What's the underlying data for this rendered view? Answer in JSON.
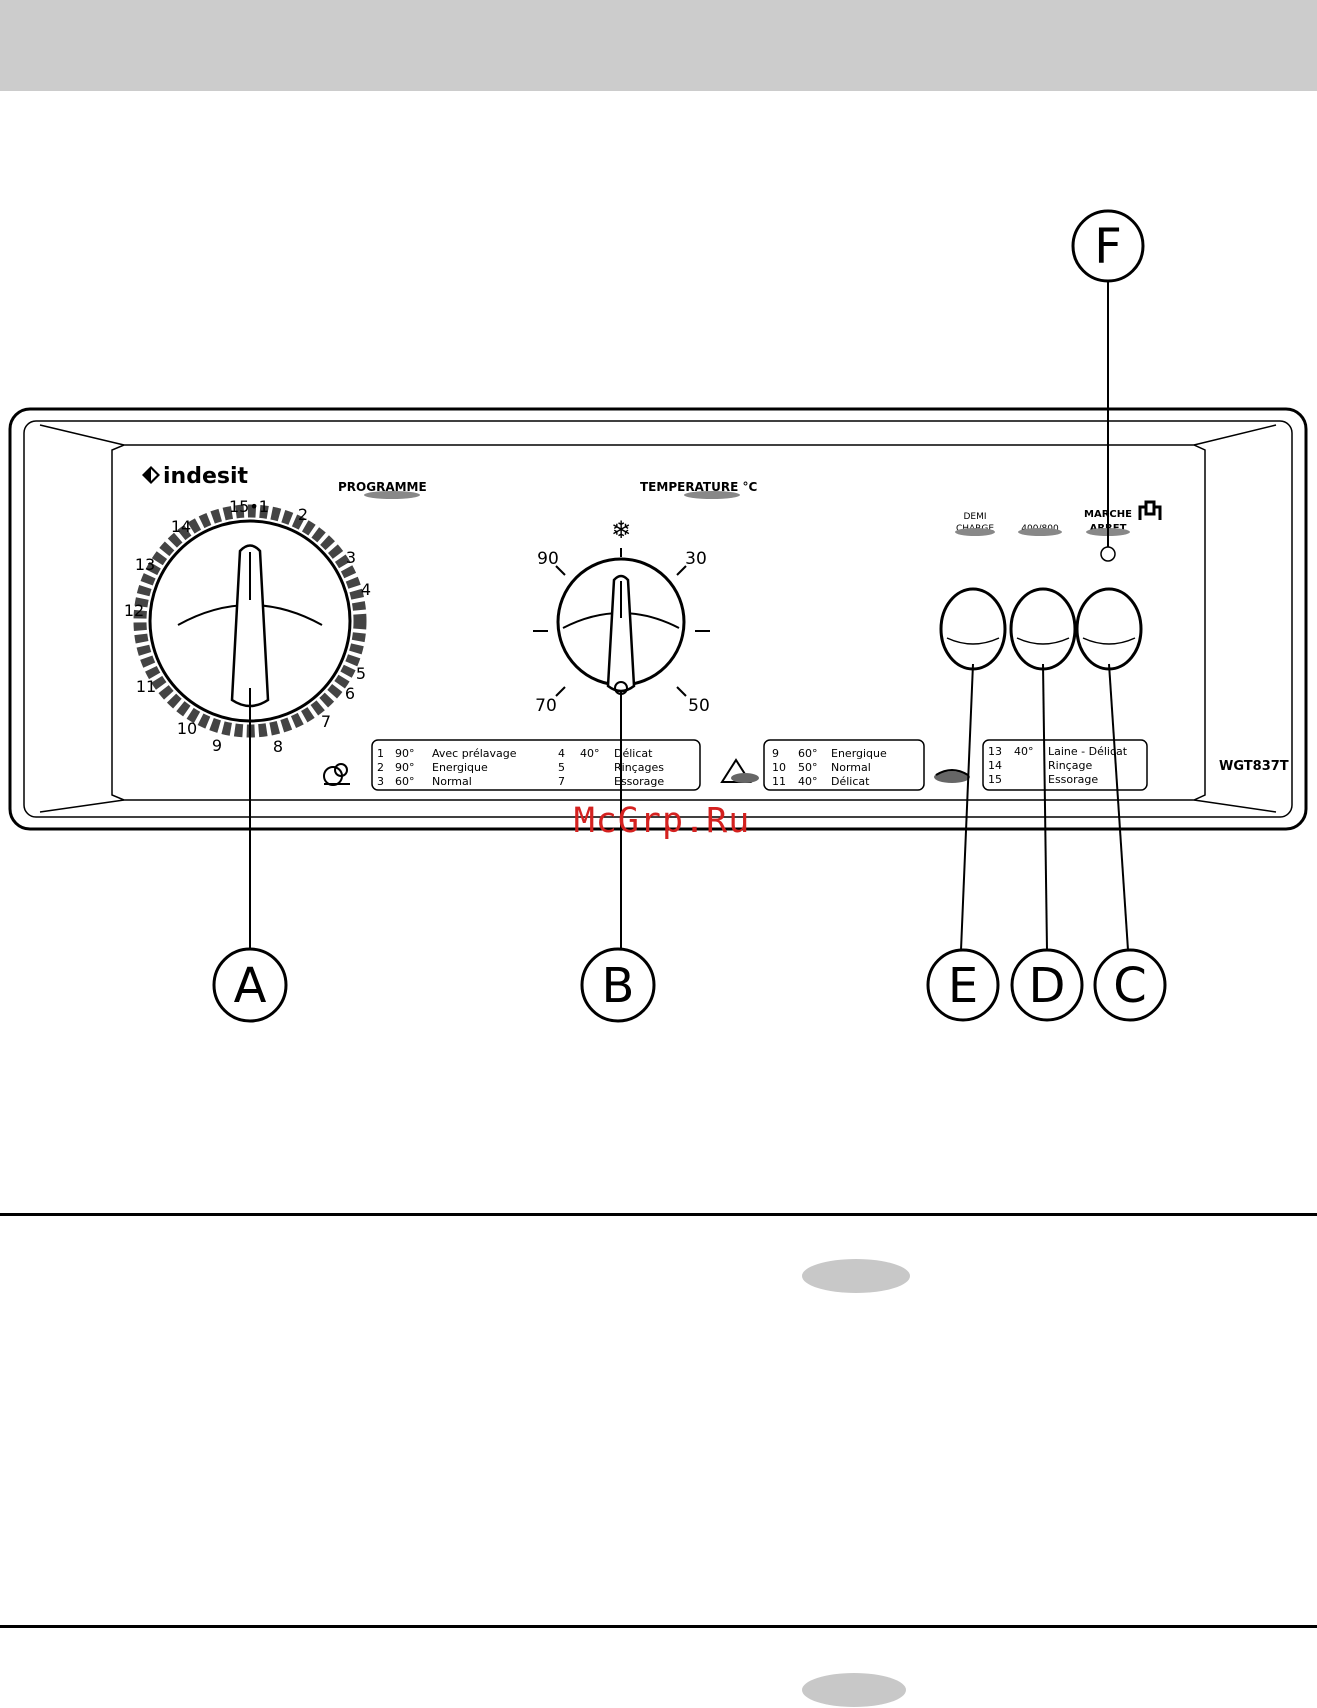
{
  "watermark": "McGrp.Ru",
  "brand": "indesit",
  "model": "WGT837T",
  "panel_labels": {
    "programme": "PROGRAMME",
    "temperature": "TEMPERATURE °C",
    "demi_charge_top": "DEMI",
    "demi_charge_bottom": "CHARGE",
    "spin": "400/800",
    "marche": "MARCHE",
    "arret": "ARRET"
  },
  "programme_dial": {
    "top_mark": "15•1",
    "numbers": [
      "2",
      "3",
      "4",
      "5",
      "6",
      "7",
      "8",
      "9",
      "10",
      "11",
      "12",
      "13",
      "14"
    ]
  },
  "temperature_dial": {
    "values": [
      "90",
      "30",
      "70",
      "50"
    ],
    "cold_symbol": "❄"
  },
  "programme_table_1": {
    "rows": [
      [
        "1",
        "90°",
        "Avec prélavage"
      ],
      [
        "2",
        "90°",
        "Energique"
      ],
      [
        "3",
        "60°",
        "Normal"
      ]
    ],
    "rows_right": [
      [
        "4",
        "40°",
        "Délicat"
      ],
      [
        "5",
        "",
        "Rinçages"
      ],
      [
        "7",
        "",
        "Essorage"
      ]
    ]
  },
  "programme_table_2": {
    "rows": [
      [
        "9",
        "60°",
        "Energique"
      ],
      [
        "10",
        "50°",
        "Normal"
      ],
      [
        "11",
        "40°",
        "Délicat"
      ]
    ]
  },
  "programme_table_3": {
    "rows": [
      [
        "13",
        "40°",
        "Laine - Délicat"
      ],
      [
        "14",
        "",
        "Rinçage"
      ],
      [
        "15",
        "",
        "Essorage"
      ]
    ]
  },
  "callouts": {
    "a": "A",
    "b": "B",
    "c": "C",
    "d": "D",
    "e": "E",
    "f": "F"
  }
}
